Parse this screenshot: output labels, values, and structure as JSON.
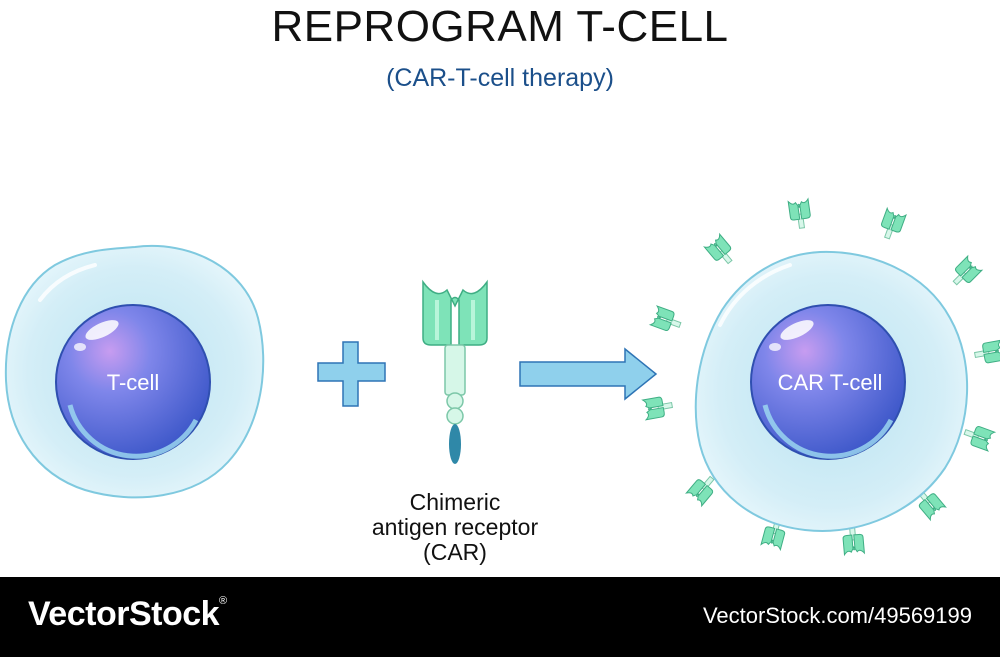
{
  "title": "REPROGRAM T-CELL",
  "subtitle": "(CAR-T-cell therapy)",
  "tcell_label": "T-cell",
  "cart_label": "CAR T-cell",
  "car_caption": [
    "Chimeric",
    "antigen receptor",
    "(CAR)"
  ],
  "footer": {
    "brand": "VectorStock",
    "brand_mark": "®",
    "stock_id": "VectorStock.com/49569199"
  },
  "colors": {
    "cytoplasm": "#cdebf4",
    "membrane": "#8ccfe3",
    "nucleus": "#6a7be0",
    "receptor": "#7ee3b8",
    "plus_arrow": "#8fd0ec",
    "subtitle": "#1b4f8a"
  }
}
